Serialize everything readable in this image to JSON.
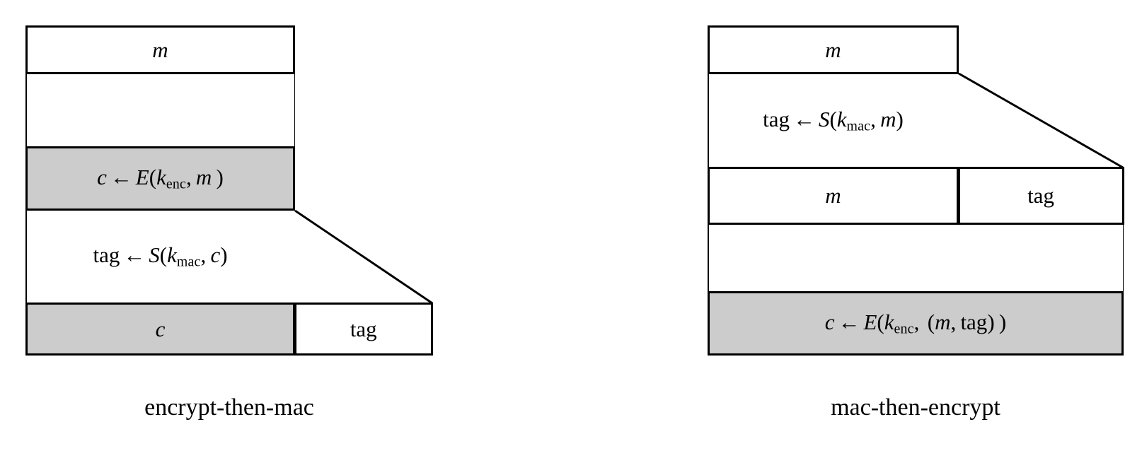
{
  "figure": {
    "background_color": "#ffffff",
    "stroke_color": "#000000",
    "highlight_fill": "#cccccc"
  },
  "diagrams": [
    {
      "id": "encrypt-then-mac",
      "caption": "encrypt-then-mac",
      "rows": [
        {
          "name": "input-message",
          "label": "m",
          "kind": "box",
          "fill": "white"
        },
        {
          "name": "encrypt-step",
          "label": "c ← E(k_enc, m )",
          "kind": "box",
          "fill": "gray"
        },
        {
          "name": "mac-step",
          "label": "tag ← S(k_mac, c)",
          "kind": "open"
        },
        {
          "name": "output-ciphertext",
          "label": "c",
          "kind": "box",
          "fill": "gray"
        },
        {
          "name": "output-tag",
          "label": "tag",
          "kind": "box",
          "fill": "white"
        }
      ],
      "parts": {
        "message": "m",
        "ciphertext": "c",
        "tag": "tag",
        "encrypt_fn": "E",
        "sign_fn": "S",
        "key_enc": "k",
        "key_enc_sub": "enc",
        "key_mac": "k",
        "key_mac_sub": "mac",
        "arrow": "←"
      }
    },
    {
      "id": "mac-then-encrypt",
      "caption": "mac-then-encrypt",
      "rows": [
        {
          "name": "input-message",
          "label": "m",
          "kind": "box",
          "fill": "white"
        },
        {
          "name": "mac-step",
          "label": "tag ← S(k_mac, m)",
          "kind": "open"
        },
        {
          "name": "intermediate-message",
          "label": "m",
          "kind": "box",
          "fill": "white"
        },
        {
          "name": "intermediate-tag",
          "label": "tag",
          "kind": "box",
          "fill": "white"
        },
        {
          "name": "encrypt-step",
          "label": "c ← E(k_enc, (m, tag) )",
          "kind": "box",
          "fill": "gray"
        }
      ],
      "parts": {
        "message": "m",
        "ciphertext": "c",
        "tag": "tag",
        "encrypt_fn": "E",
        "sign_fn": "S",
        "key_enc": "k",
        "key_enc_sub": "enc",
        "key_mac": "k",
        "key_mac_sub": "mac",
        "arrow": "←"
      }
    }
  ]
}
